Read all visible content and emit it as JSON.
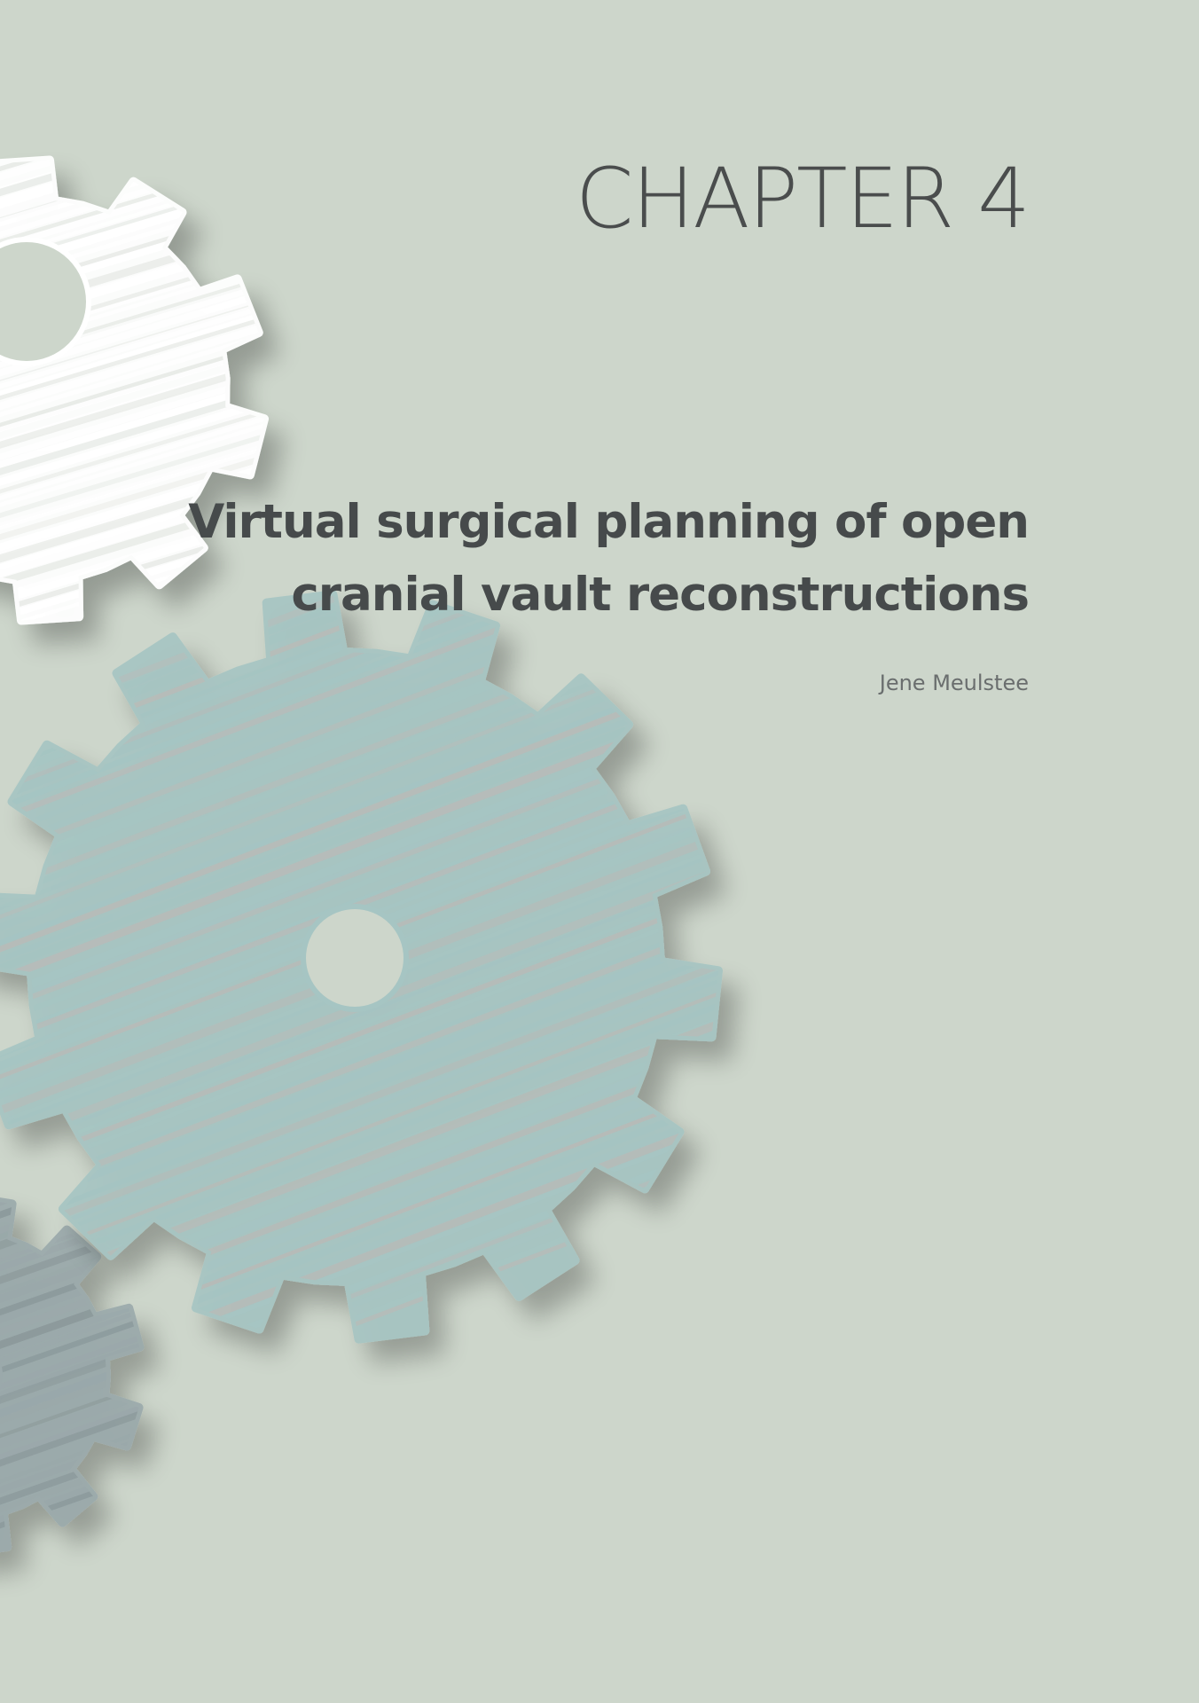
{
  "chapter": {
    "label": "CHAPTER 4",
    "title_lines": [
      "Virtual surgical planning of open",
      "cranial vault reconstructions"
    ],
    "author": "Jene Meulstee"
  },
  "colors": {
    "background": "#cdd6cb",
    "white_gear": "#ffffff",
    "teal_gear": "#a6c5c3",
    "grey_gear": "#9ba9ab",
    "text": "#464a4b"
  },
  "illustration": {
    "icon_names": [
      "white-gear-icon",
      "teal-gear-icon",
      "grey-gear-icon"
    ]
  }
}
